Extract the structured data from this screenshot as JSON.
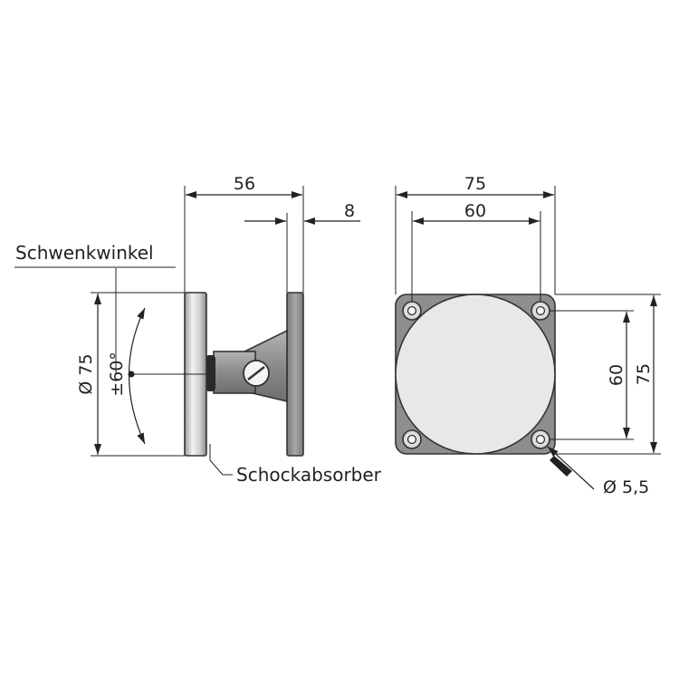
{
  "labels": {
    "swivel_angle": "Schwenkwinkel",
    "shock_absorber": "Schockabsorber"
  },
  "dimensions": {
    "side_depth": "56",
    "flange_thickness": "8",
    "front_diameter": "Ø 75",
    "swivel_range": "±60°",
    "face_width": "75",
    "hole_spacing_h": "60",
    "hole_spacing_v": "60",
    "face_height": "75",
    "hole_diameter": "Ø 5,5"
  },
  "colors": {
    "line": "#222222",
    "sensor_face": "#e8e8e8",
    "flange": "#8e8e8e",
    "disk": "#d8d8d8",
    "absorber": "#2a2a2a"
  }
}
